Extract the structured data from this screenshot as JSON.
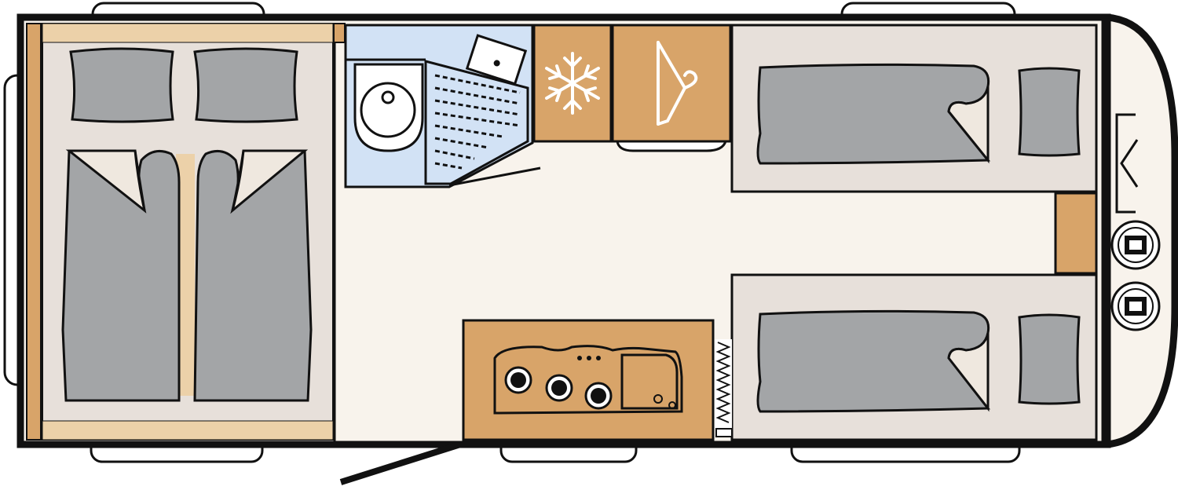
{
  "diagram": {
    "type": "caravan-floorplan",
    "view": "top-down",
    "colors": {
      "outline": "#111111",
      "floor": "#f8f3ec",
      "wood": "#d8a469",
      "wood_light": "#ecd1a9",
      "upholstery": "#e7e0da",
      "bed_panel": "#efe8df",
      "mattress": "#a3a5a7",
      "washroom": "#d2e2f5",
      "window": "#ffffff",
      "nose": "#f8f3ec"
    },
    "zones": [
      {
        "id": "rear-bedroom",
        "icon": "twin-bed-icon"
      },
      {
        "id": "washroom",
        "icon": "toilet-shower-icon"
      },
      {
        "id": "fridge",
        "icon": "snowflake-icon"
      },
      {
        "id": "wardrobe",
        "icon": "hanger-icon"
      },
      {
        "id": "kitchen",
        "icon": "hob-sink-icon"
      },
      {
        "id": "front-bunk-top",
        "icon": "bed-icon"
      },
      {
        "id": "front-bunk-bottom",
        "icon": "bed-icon"
      },
      {
        "id": "drawbar",
        "icon": "gas-bottle-icon"
      }
    ]
  }
}
